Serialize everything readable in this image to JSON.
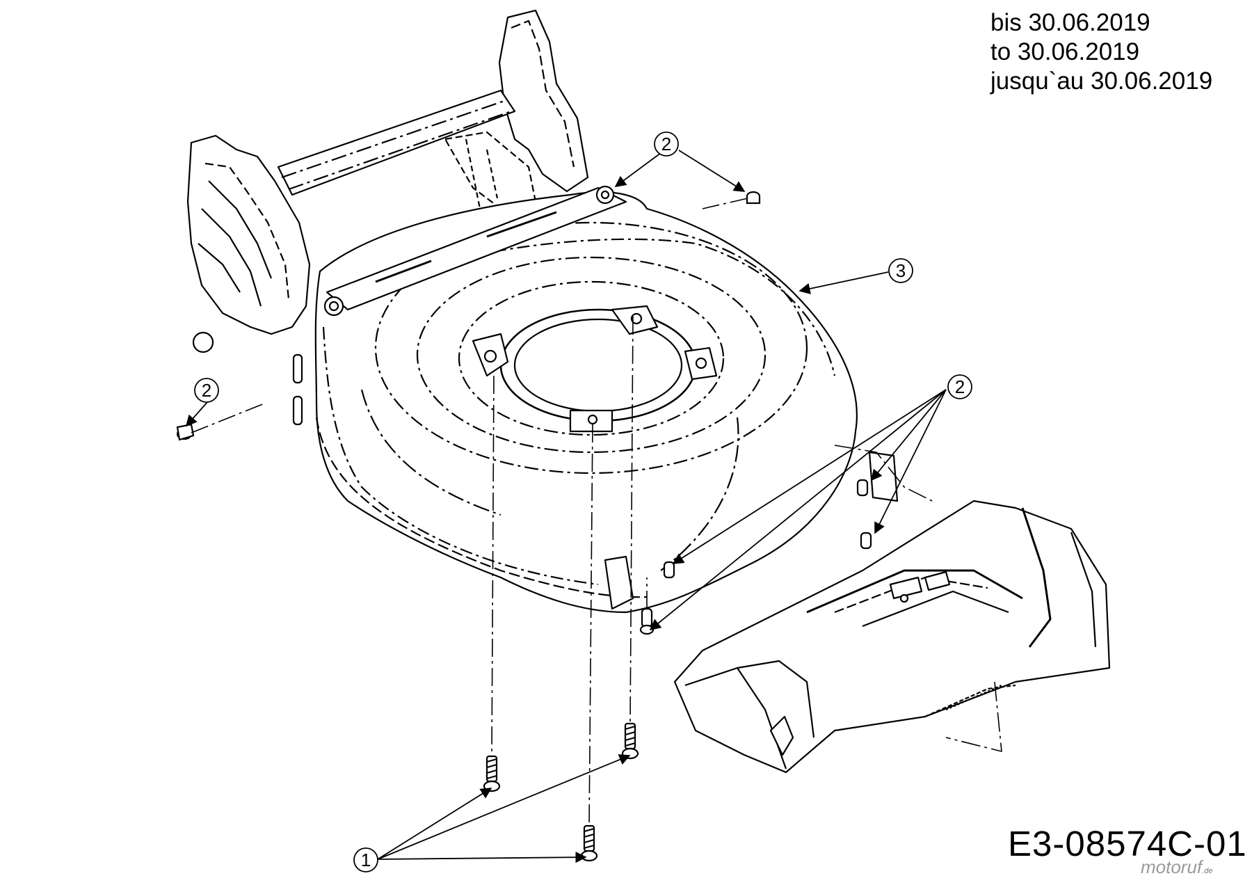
{
  "validity": {
    "line_de": "bis 30.06.2019",
    "line_en": "to 30.06.2019",
    "line_fr": "jusqu`au 30.06.2019"
  },
  "drawing_number": "E3-08574C-01",
  "watermark": {
    "text": "motoruf",
    "tld": ".de"
  },
  "callouts": {
    "screw_bottom": "1",
    "bolt": "2",
    "deck": "3"
  }
}
